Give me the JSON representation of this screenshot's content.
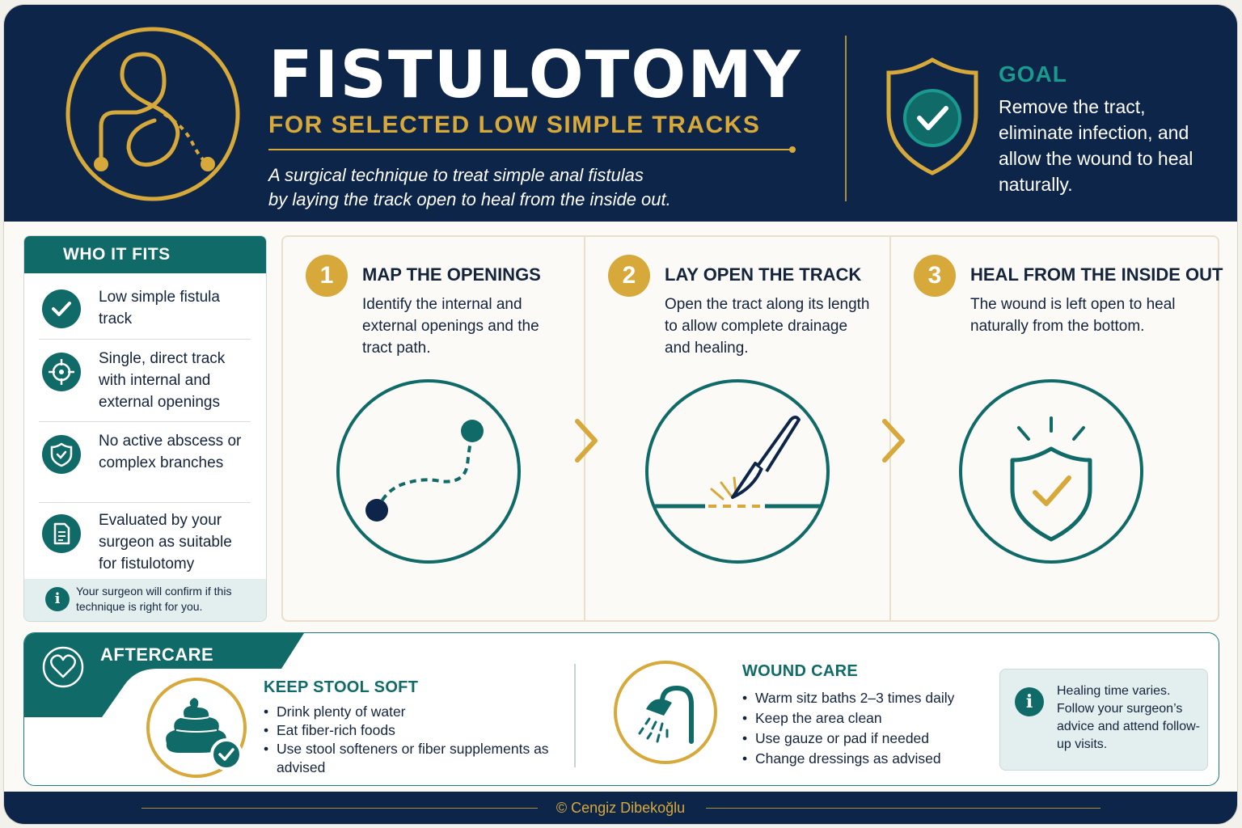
{
  "header": {
    "title": "FISTULOTOMY",
    "subtitle": "FOR SELECTED LOW SIMPLE TRACKS",
    "tagline_line1": "A surgical technique to treat simple anal fistulas",
    "tagline_line2": "by laying the track open to heal from the inside out.",
    "goal_label": "GOAL",
    "goal_text": "Remove the tract, eliminate infection, and allow the wound to heal naturally."
  },
  "who_it_fits": {
    "title": "WHO IT FITS",
    "items": [
      {
        "icon": "check-icon",
        "text": "Low simple fistula track"
      },
      {
        "icon": "target-icon",
        "text": "Single, direct track with internal and external openings"
      },
      {
        "icon": "shield-check-icon",
        "text": "No active abscess or complex branches"
      },
      {
        "icon": "document-icon",
        "text": "Evaluated by your surgeon as suitable for fistulotomy"
      }
    ],
    "note": "Your surgeon will confirm if this technique is right for you."
  },
  "steps": [
    {
      "number": "1",
      "title": "MAP THE OPENINGS",
      "description": "Identify the internal and external openings and the tract path.",
      "icon": "fistula-path-icon"
    },
    {
      "number": "2",
      "title": "LAY OPEN THE TRACK",
      "description": "Open the tract along its length to allow complete drainage and healing.",
      "icon": "scalpel-icon"
    },
    {
      "number": "3",
      "title": "HEAL FROM THE INSIDE OUT",
      "description": "The wound is left open to heal naturally from the bottom.",
      "icon": "healing-shield-icon"
    }
  ],
  "aftercare": {
    "title": "AFTERCARE",
    "stool": {
      "title": "KEEP STOOL SOFT",
      "items": [
        "Drink plenty of water",
        "Eat fiber-rich foods",
        "Use stool softeners or fiber supplements as advised"
      ]
    },
    "wound": {
      "title": "WOUND CARE",
      "items": [
        "Warm sitz baths 2–3 times daily",
        "Keep the area clean",
        "Use gauze or pad if needed",
        "Change dressings as advised"
      ]
    },
    "note": "Healing time varies. Follow your surgeon’s advice and attend follow-up visits."
  },
  "footer": {
    "credit": "© Cengiz Dibekoğlu"
  },
  "colors": {
    "navy": "#0d2549",
    "teal": "#106b68",
    "gold": "#d6a93a",
    "cream": "#fbfaf6"
  }
}
